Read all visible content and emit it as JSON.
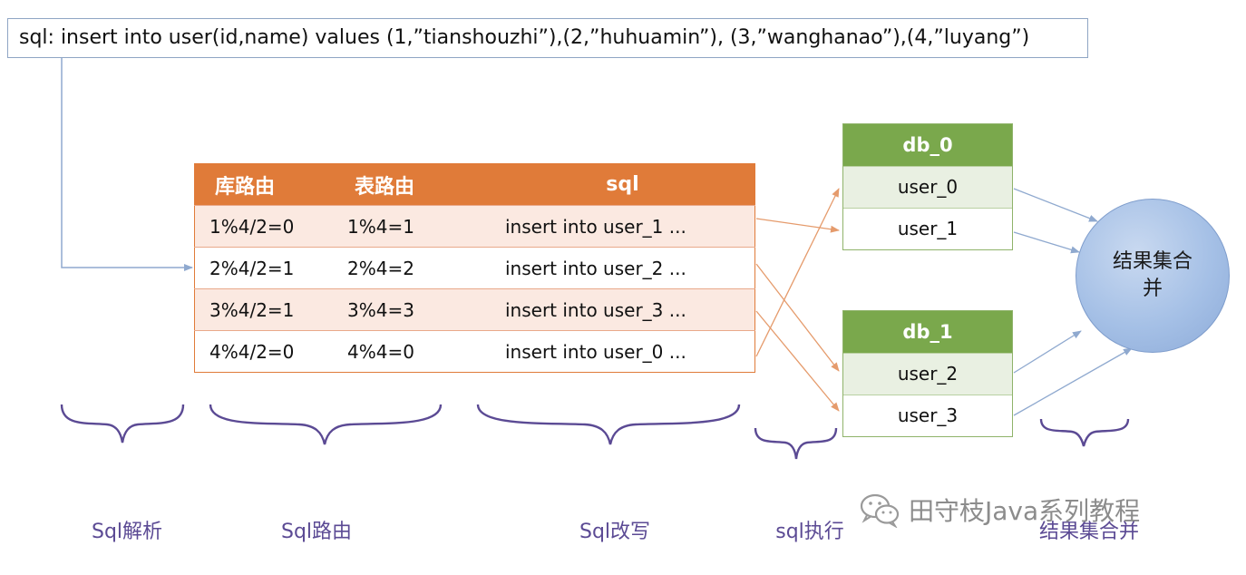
{
  "sql_statement": "sql: insert into user(id,name) values (1,”tianshouzhi”),(2,”huhuamin”), (3,”wanghanao”),(4,”luyang”)",
  "routing_table": {
    "headers": [
      "库路由",
      "表路由",
      "sql"
    ],
    "rows": [
      [
        "1%4/2=0",
        "1%4=1",
        "insert into user_1 ..."
      ],
      [
        "2%4/2=1",
        "2%4=2",
        "insert into user_2 ..."
      ],
      [
        "3%4/2=1",
        "3%4=3",
        "insert into user_3 ..."
      ],
      [
        "4%4/2=0",
        "4%4=0",
        "insert into user_0 ..."
      ]
    ]
  },
  "databases": [
    {
      "name": "db_0",
      "tables": [
        "user_0",
        "user_1"
      ]
    },
    {
      "name": "db_1",
      "tables": [
        "user_2",
        "user_3"
      ]
    }
  ],
  "merge_node": "结果集合并",
  "stages": [
    "Sql解析",
    "Sql路由",
    "Sql改写",
    "sql执行",
    "结果集合并"
  ],
  "watermark": "田守枝Java系列教程",
  "colors": {
    "table_header": "#e07b39",
    "db_header": "#7aa84c",
    "merge_circle": "#a5c0e6",
    "arrow_blue": "#8fa9cf",
    "arrow_orange": "#e59b6c",
    "stage_label": "#5b4a94"
  }
}
